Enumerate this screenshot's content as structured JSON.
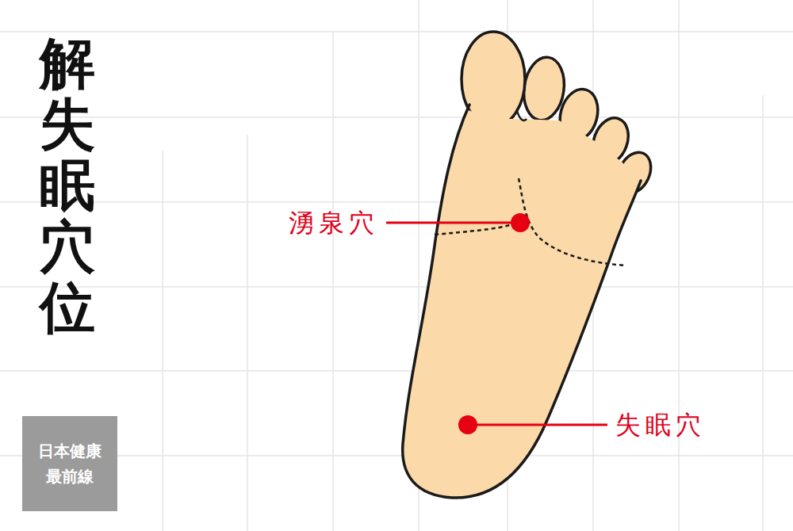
{
  "diagram": {
    "title": "解失眠穴位",
    "nodes": [
      {
        "text": [
          "日本健康 最前線"
        ]
      }
    ],
    "labels": [
      "湧泉穴",
      "失眠穴"
    ]
  }
}
